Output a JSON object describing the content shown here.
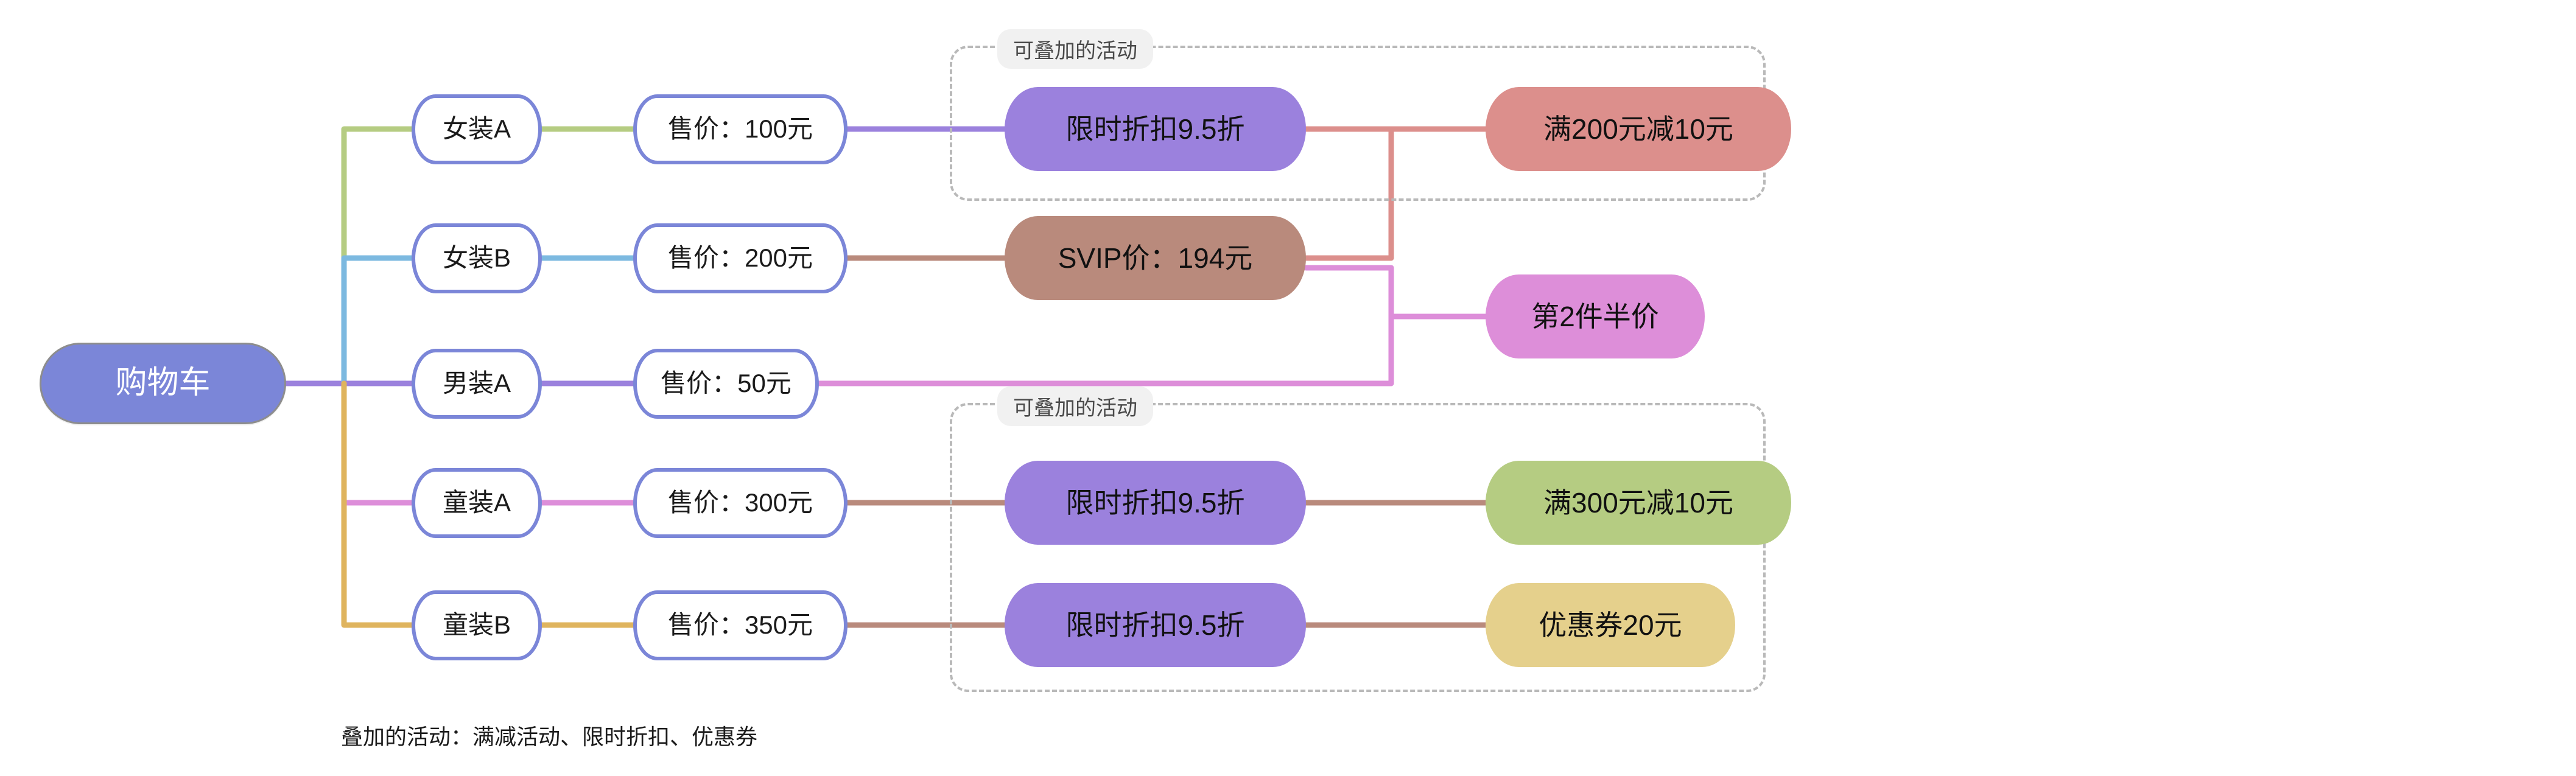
{
  "diagram": {
    "type": "mindmap",
    "background": "#ffffff",
    "root": {
      "label": "购物车",
      "fill": "#7b86d8",
      "text_color": "#ffffff"
    },
    "branch_colors": {
      "womens_a": "#b5cc82",
      "womens_b": "#7cb9e0",
      "mens_a": "#9b81dd",
      "kids_a": "#dd8ed9",
      "kids_b": "#dfb45e"
    },
    "products": [
      {
        "id": "womens-a",
        "label": "女装A",
        "price_label": "售价：100元",
        "line_color": "#b5cc82"
      },
      {
        "id": "womens-b",
        "label": "女装B",
        "price_label": "售价：200元",
        "line_color": "#7cb9e0"
      },
      {
        "id": "mens-a",
        "label": "男装A",
        "price_label": "售价：50元",
        "line_color": "#9b81dd"
      },
      {
        "id": "kids-a",
        "label": "童装A",
        "price_label": "售价：300元",
        "line_color": "#dd8ed9"
      },
      {
        "id": "kids-b",
        "label": "童装B",
        "price_label": "售价：350元",
        "line_color": "#dfb45e"
      }
    ],
    "activities": [
      {
        "id": "discount-95-top",
        "label": "限时折扣9.5折",
        "fill": "#9b81dd"
      },
      {
        "id": "full-200-minus-10",
        "label": "满200元减10元",
        "fill": "#dc8f8c"
      },
      {
        "id": "svip-price",
        "label": "SVIP价：194元",
        "fill": "#b98a7c"
      },
      {
        "id": "second-item-half",
        "label": "第2件半价",
        "fill": "#dd8ed9"
      },
      {
        "id": "discount-95-kids-a",
        "label": "限时折扣9.5折",
        "fill": "#9b81dd"
      },
      {
        "id": "full-300-minus-10",
        "label": "满300元减10元",
        "fill": "#b5cc82"
      },
      {
        "id": "discount-95-kids-b",
        "label": "限时折扣9.5折",
        "fill": "#9b81dd"
      },
      {
        "id": "coupon-20",
        "label": "优惠券20元",
        "fill": "#e5d08c"
      }
    ],
    "groups": [
      {
        "id": "stackable-top",
        "label": "可叠加的活动"
      },
      {
        "id": "stackable-bottom",
        "label": "可叠加的活动"
      }
    ],
    "footer": {
      "note": "叠加的活动：满减活动、限时折扣、优惠券"
    }
  }
}
